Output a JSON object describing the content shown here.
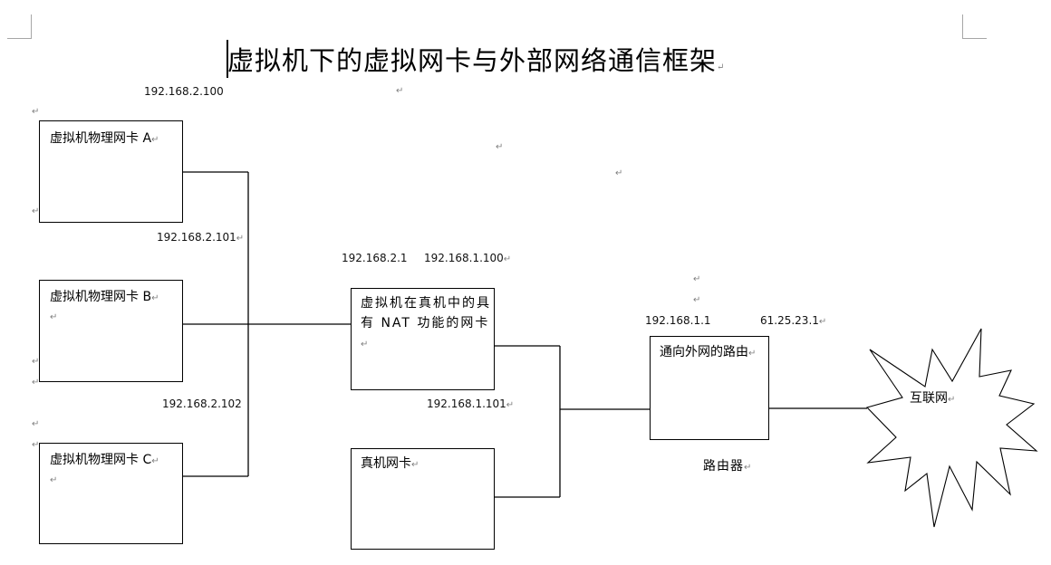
{
  "document": {
    "title": "虚拟机下的虚拟网卡与外部网络通信框架",
    "paragraph_mark": "↵"
  },
  "nodes": {
    "vnic_a": {
      "label": "虚拟机物理网卡 A",
      "ip": "192.168.2.100"
    },
    "vnic_b": {
      "label": "虚拟机物理网卡 B",
      "ip": "192.168.2.101"
    },
    "vnic_c": {
      "label": "虚拟机物理网卡 C",
      "ip": "192.168.2.102"
    },
    "nat_nic": {
      "label": "虚拟机在真机中的具有 NAT 功能的网卡",
      "ip_inner": "192.168.2.1",
      "ip_outer": "192.168.1.100"
    },
    "host_nic": {
      "label": "真机网卡",
      "ip": "192.168.1.101"
    },
    "router": {
      "label": "通向外网的路由",
      "caption": "路由器",
      "ip_lan": "192.168.1.1",
      "ip_wan": "61.25.23.1"
    },
    "internet": {
      "label": "互联网"
    }
  },
  "colors": {
    "line": "#000000",
    "paragraph_mark": "#808080",
    "crop_mark": "#a6a6a6"
  }
}
